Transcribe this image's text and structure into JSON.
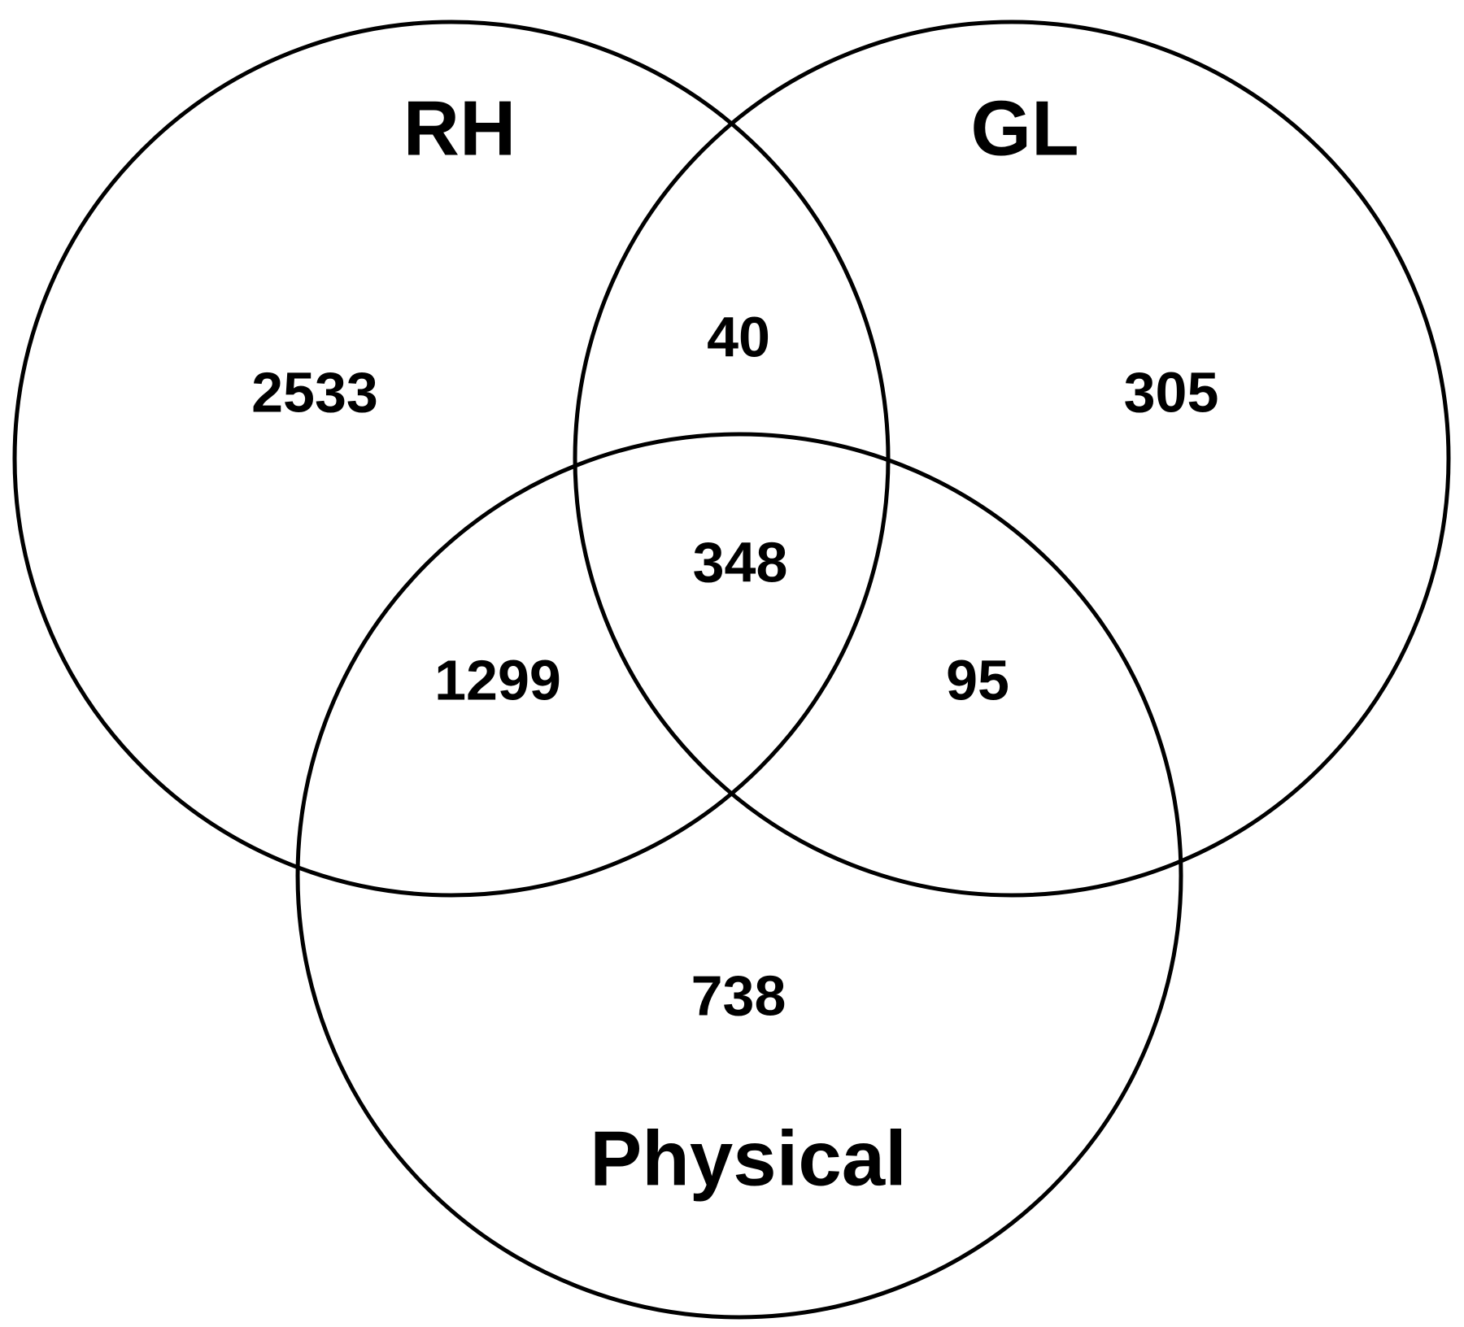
{
  "diagram": {
    "type": "venn",
    "sets": [
      {
        "id": "rh",
        "label": "RH"
      },
      {
        "id": "gl",
        "label": "GL"
      },
      {
        "id": "physical",
        "label": "Physical"
      }
    ],
    "regions": {
      "rh_only": "2533",
      "gl_only": "305",
      "rh_gl": "40",
      "rh_gl_physical": "348",
      "rh_physical": "1299",
      "gl_physical": "95",
      "physical_only": "738"
    },
    "stroke_color": "#000000",
    "background_color": "#ffffff"
  }
}
